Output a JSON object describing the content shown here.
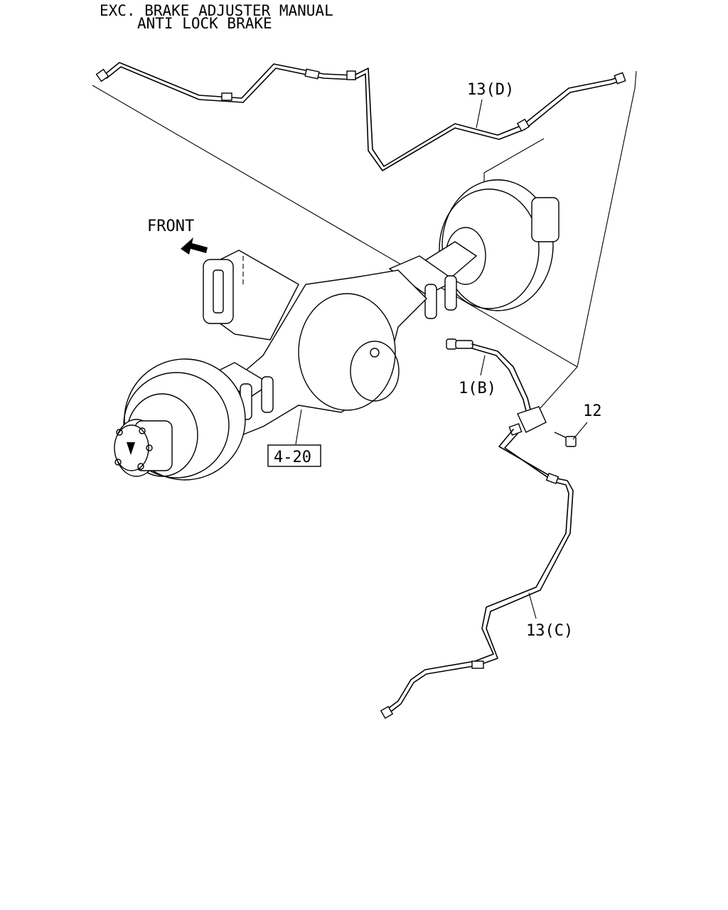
{
  "header": {
    "line1": "EXC. BRAKE ADJUSTER MANUAL",
    "line2": "ANTI LOCK BRAKE"
  },
  "front_label": "FRONT",
  "callouts": {
    "pipe_upper": "13(D)",
    "hose": "1(B)",
    "bolt": "12",
    "axle_ref": "4-20",
    "pipe_lower": "13(C)"
  },
  "colors": {
    "line": "#000000",
    "background": "#ffffff"
  }
}
